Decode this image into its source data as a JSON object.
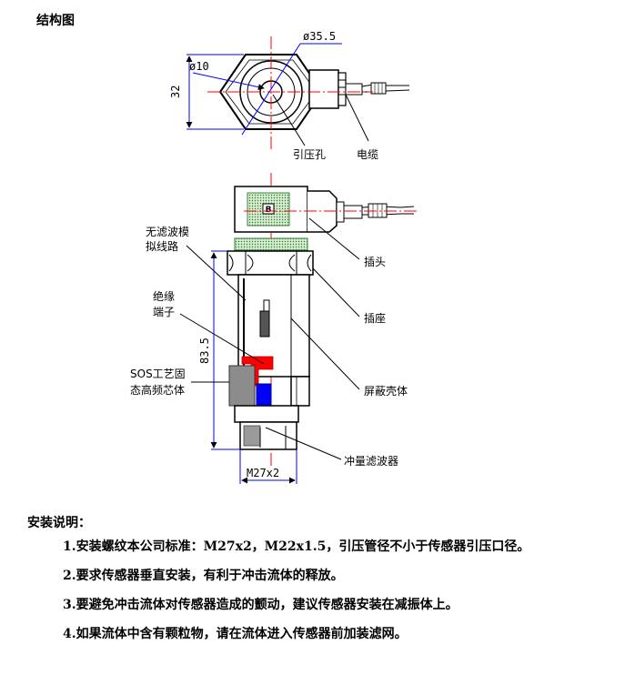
{
  "title": "结构图",
  "labels": {
    "dia_outer": "ø35.5",
    "dia_inner": "ø10",
    "height_top": "32",
    "pressure_hole": "引压孔",
    "cable": "电缆",
    "plug": "插头",
    "no_filter_circuit_l1": "无滤波模",
    "no_filter_circuit_l2": "拟线路",
    "insulated_l1": "绝缘",
    "insulated_l2": "端子",
    "socket": "插座",
    "sos_core_l1": "SOS工艺固",
    "sos_core_l2": "态高频芯体",
    "shield_shell": "屏蔽壳体",
    "length": "83.5",
    "thread": "M27x2",
    "impulse_filter": "冲量滤波器",
    "plug_mark": "B"
  },
  "notes": {
    "title": "安装说明：",
    "items": [
      "1.安装螺纹本公司标准：M27x2，M22x1.5，引压管径不小于传感器引压口径。",
      "2.要求传感器垂直安装，有利于冲击流体的释放。",
      "3.要避免冲击流体对传感器造成的颤动，建议传感器安装在减振体上。",
      "4.如果流体中含有颗粒物，请在流体进入传感器前加装滤网。"
    ]
  },
  "colors": {
    "centerline": "#ff0000",
    "dimension": "#0000ff",
    "plug_green": "#3a8a3a",
    "plug_light": "#cfe8c8",
    "insulator_red": "#ff0000",
    "core_blue": "#0000ff",
    "core_gray": "#8c8c8c"
  }
}
